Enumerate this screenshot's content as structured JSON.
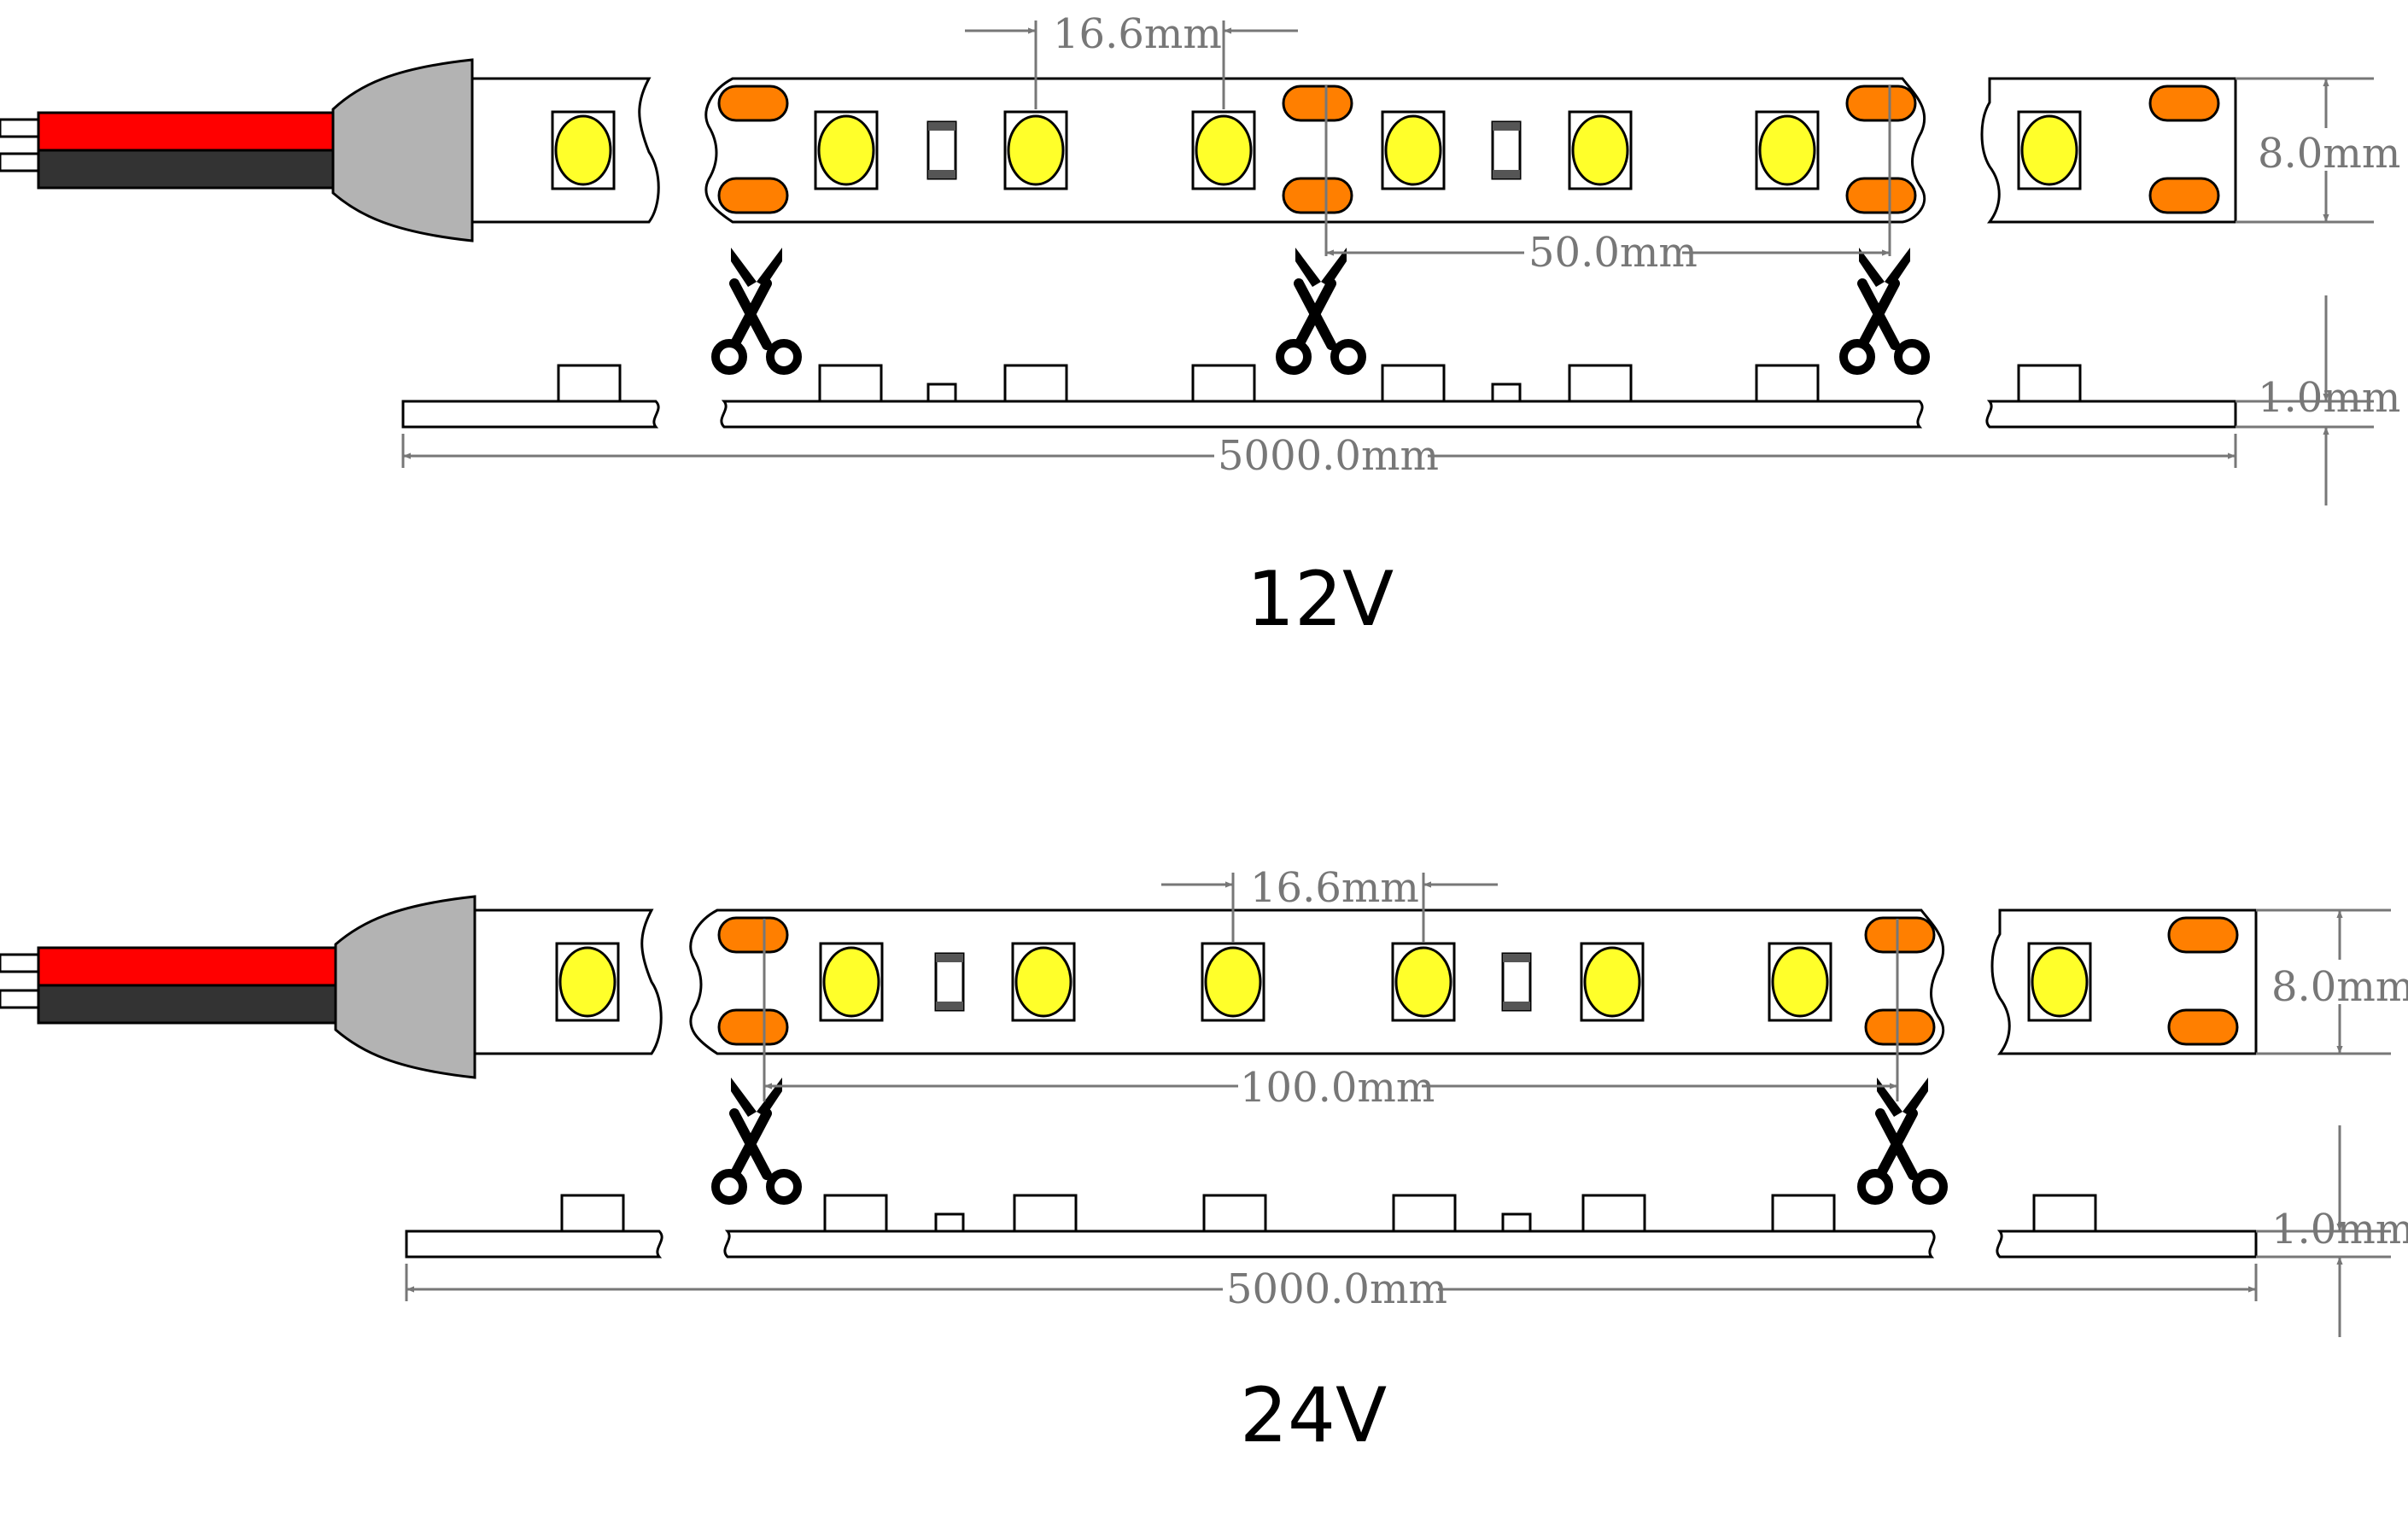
{
  "colors": {
    "wire_red": "#ff0000",
    "wire_black": "#333333",
    "connector_grey": "#b3b3b3",
    "led_yellow": "#ffff2a",
    "pad_orange": "#ff7f00",
    "outline": "#000000",
    "dimension": "#777777"
  },
  "icons": {
    "cut": "scissors-icon",
    "wire": "wire-icon",
    "connector": "connector-icon"
  },
  "strips": [
    {
      "voltage": "12V",
      "led_pitch": "16.6mm",
      "cut_length": "50.0mm",
      "width": "8.0mm",
      "thickness": "1.0mm",
      "total_length": "5000.0mm"
    },
    {
      "voltage": "24V",
      "led_pitch": "16.6mm",
      "cut_length": "100.0mm",
      "width": "8.0mm",
      "thickness": "1.0mm",
      "total_length": "5000.0mm"
    }
  ]
}
